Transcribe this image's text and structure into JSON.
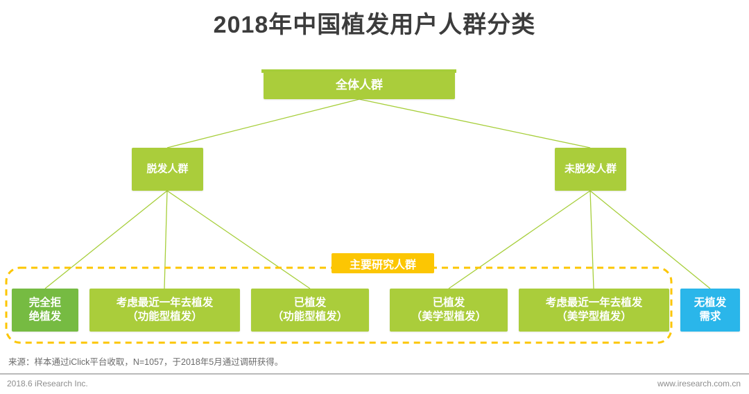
{
  "title": "2018年中国植发用户人群分类",
  "chart_data": {
    "type": "diagram",
    "title": "2018年中国植发用户人群分类",
    "diagram_kind": "hierarchy-tree",
    "levels": 3,
    "root": {
      "label": "全体人群",
      "color": "#aacd3b"
    },
    "level2": [
      {
        "label": "脱发人群",
        "color": "#aacd3b"
      },
      {
        "label": "未脱发人群",
        "color": "#aacd3b"
      }
    ],
    "leaves": [
      {
        "label": "完全拒\n绝植发",
        "color": "#76bb42",
        "parent": "脱发人群",
        "in_highlight": true
      },
      {
        "label": "考虑最近一年去植发\n（功能型植发）",
        "color": "#aacd3b",
        "parent": "脱发人群",
        "in_highlight": true
      },
      {
        "label": "已植发\n（功能型植发）",
        "color": "#aacd3b",
        "parent": "脱发人群",
        "in_highlight": true
      },
      {
        "label": "已植发\n（美学型植发）",
        "color": "#aacd3b",
        "parent": "未脱发人群",
        "in_highlight": true
      },
      {
        "label": "考虑最近一年去植发\n（美学型植发）",
        "color": "#aacd3b",
        "parent": "未脱发人群",
        "in_highlight": true
      },
      {
        "label": "无植发\n需求",
        "color": "#2ab6ea",
        "parent": "未脱发人群",
        "in_highlight": false
      }
    ],
    "highlight": {
      "label": "主要研究人群",
      "color": "#fcc603",
      "style": "dashed-rounded-box"
    },
    "connector_color": "#a6ce39"
  },
  "nodes": {
    "root": "全体人群",
    "left_branch": "脱发人群",
    "right_branch": "未脱发人群",
    "leaf_0": "完全拒\n绝植发",
    "leaf_1": "考虑最近一年去植发\n（功能型植发）",
    "leaf_2": "已植发\n（功能型植发）",
    "leaf_3": "已植发\n（美学型植发）",
    "leaf_4": "考虑最近一年去植发\n（美学型植发）",
    "leaf_5": "无植发\n需求"
  },
  "highlight_label": "主要研究人群",
  "source_note": "来源：样本通过iClick平台收取，N=1057，于2018年5月通过调研获得。",
  "footer": {
    "left": "2018.6 iResearch Inc.",
    "right": "www.iresearch.com.cn"
  },
  "colors": {
    "green": "#aacd3b",
    "green_deep": "#76bb42",
    "blue": "#2ab6ea",
    "yellow": "#fcc603",
    "title_text": "#3c3c3c"
  }
}
